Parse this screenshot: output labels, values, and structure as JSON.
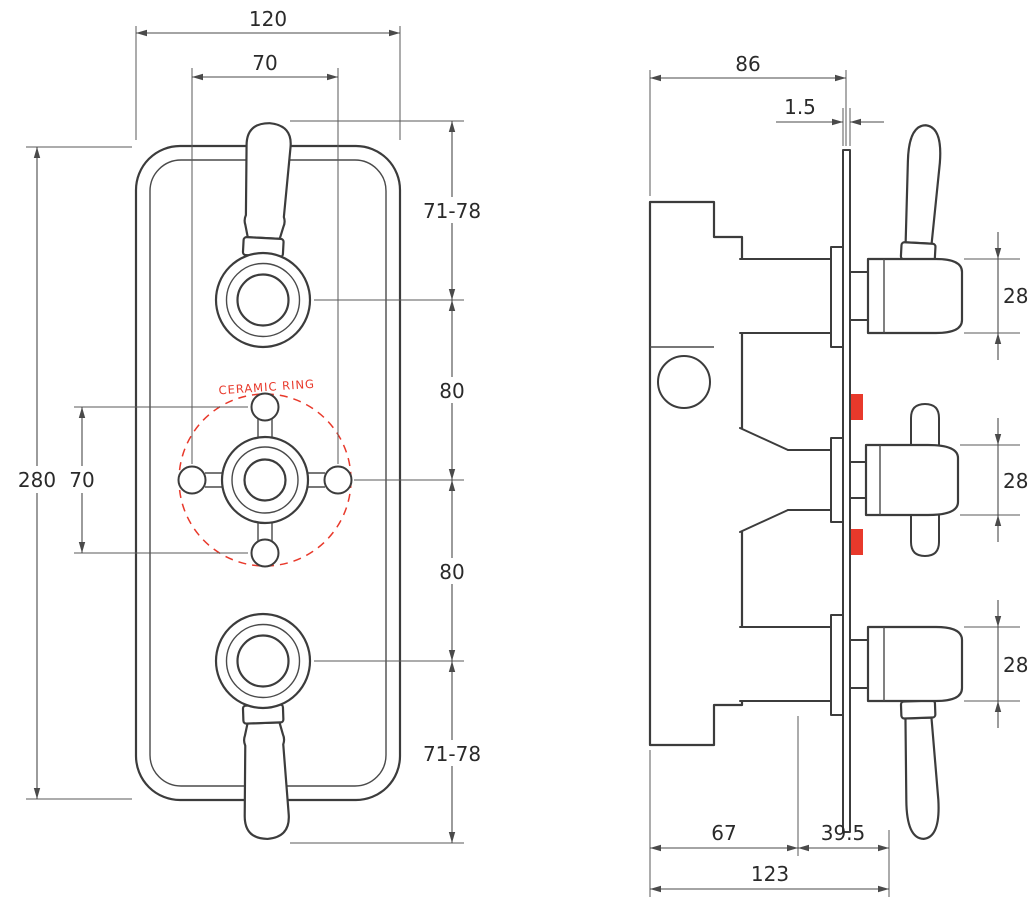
{
  "meta": {
    "drawing_title": "Thermostatic triple concealed shower valve - dimensioned technical drawing",
    "views": [
      "front view",
      "side profile view"
    ],
    "units_implied": "mm"
  },
  "colors": {
    "line": "#3c3c3c",
    "dimension_line": "#4a4a4a",
    "accent_red": "#e8392b",
    "background": "#ffffff"
  },
  "front_view": {
    "annotation": {
      "ceramic_ring": "CERAMIC RING"
    },
    "dimensions": {
      "overall_width": "120",
      "crosshead_width": "70",
      "overall_height": "280",
      "crosshead_height": "70",
      "top_lever_extent": "71-78",
      "upper_handle_spacing": "80",
      "lower_handle_spacing": "80",
      "bottom_lever_extent": "71-78"
    }
  },
  "side_view": {
    "dimensions": {
      "body_depth": "86",
      "plate_thickness": "1.5",
      "top_handle_height": "28",
      "middle_handle_height": "28",
      "bottom_handle_height": "28",
      "recess_depth": "67",
      "handle_projection": "39.5",
      "overall_depth": "123"
    }
  }
}
